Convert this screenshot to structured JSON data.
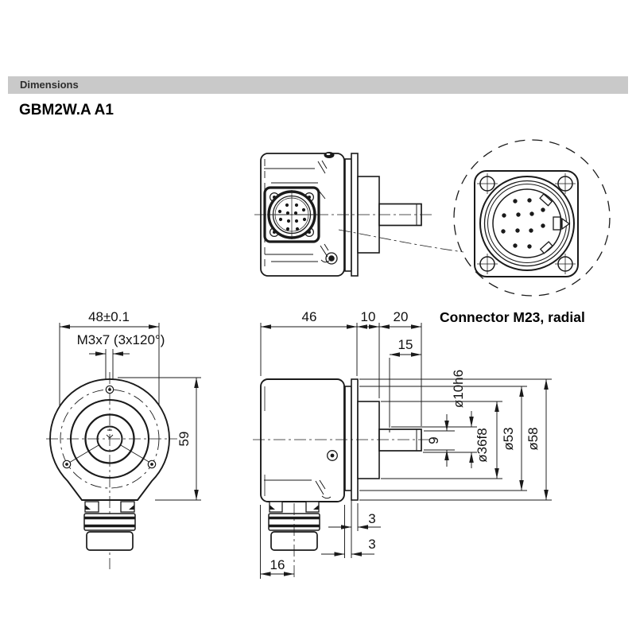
{
  "page": {
    "section_header": "Dimensions",
    "title": "GBM2W.A A1",
    "background_color": "#ffffff",
    "header_bar_color": "#c9c9c9",
    "line_color": "#1a1a1a"
  },
  "detail_view": {
    "caption": "Connector M23, radial",
    "connector_pins": 12
  },
  "front_view": {
    "bolt_circle_dia": "48±0.1",
    "mount_screws": "M3x7 (3x120°)",
    "body_height": "59"
  },
  "side_view": {
    "body_length": "46",
    "hub_depth": "10",
    "shaft_length": "20",
    "shaft_usable_length": "15",
    "shaft_flat": "9",
    "shaft_dia": "ø10h6",
    "hub_dia": "ø36f8",
    "flange_inner_dia": "ø53",
    "flange_outer_dia": "ø58",
    "flange_thickness_1": "3",
    "flange_thickness_2": "3",
    "connector_center_offset": "16"
  }
}
